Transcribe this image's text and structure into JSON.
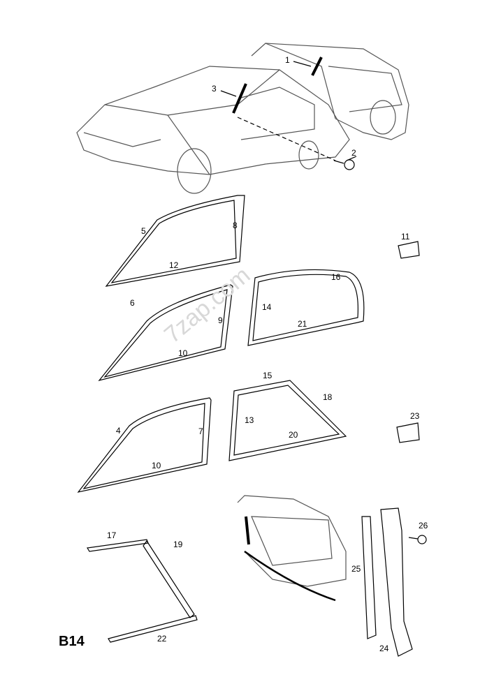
{
  "diagram_code": "B14",
  "watermark": "7zap.com",
  "callouts": [
    "1",
    "2",
    "3",
    "5",
    "8",
    "11",
    "12",
    "16",
    "14",
    "21",
    "6",
    "9",
    "10",
    "15",
    "18",
    "13",
    "20",
    "4",
    "7",
    "10",
    "23",
    "17",
    "19",
    "26",
    "25",
    "22",
    "24"
  ],
  "colors": {
    "line": "#000000",
    "background": "#ffffff",
    "watermark": "#d8d8d8"
  }
}
